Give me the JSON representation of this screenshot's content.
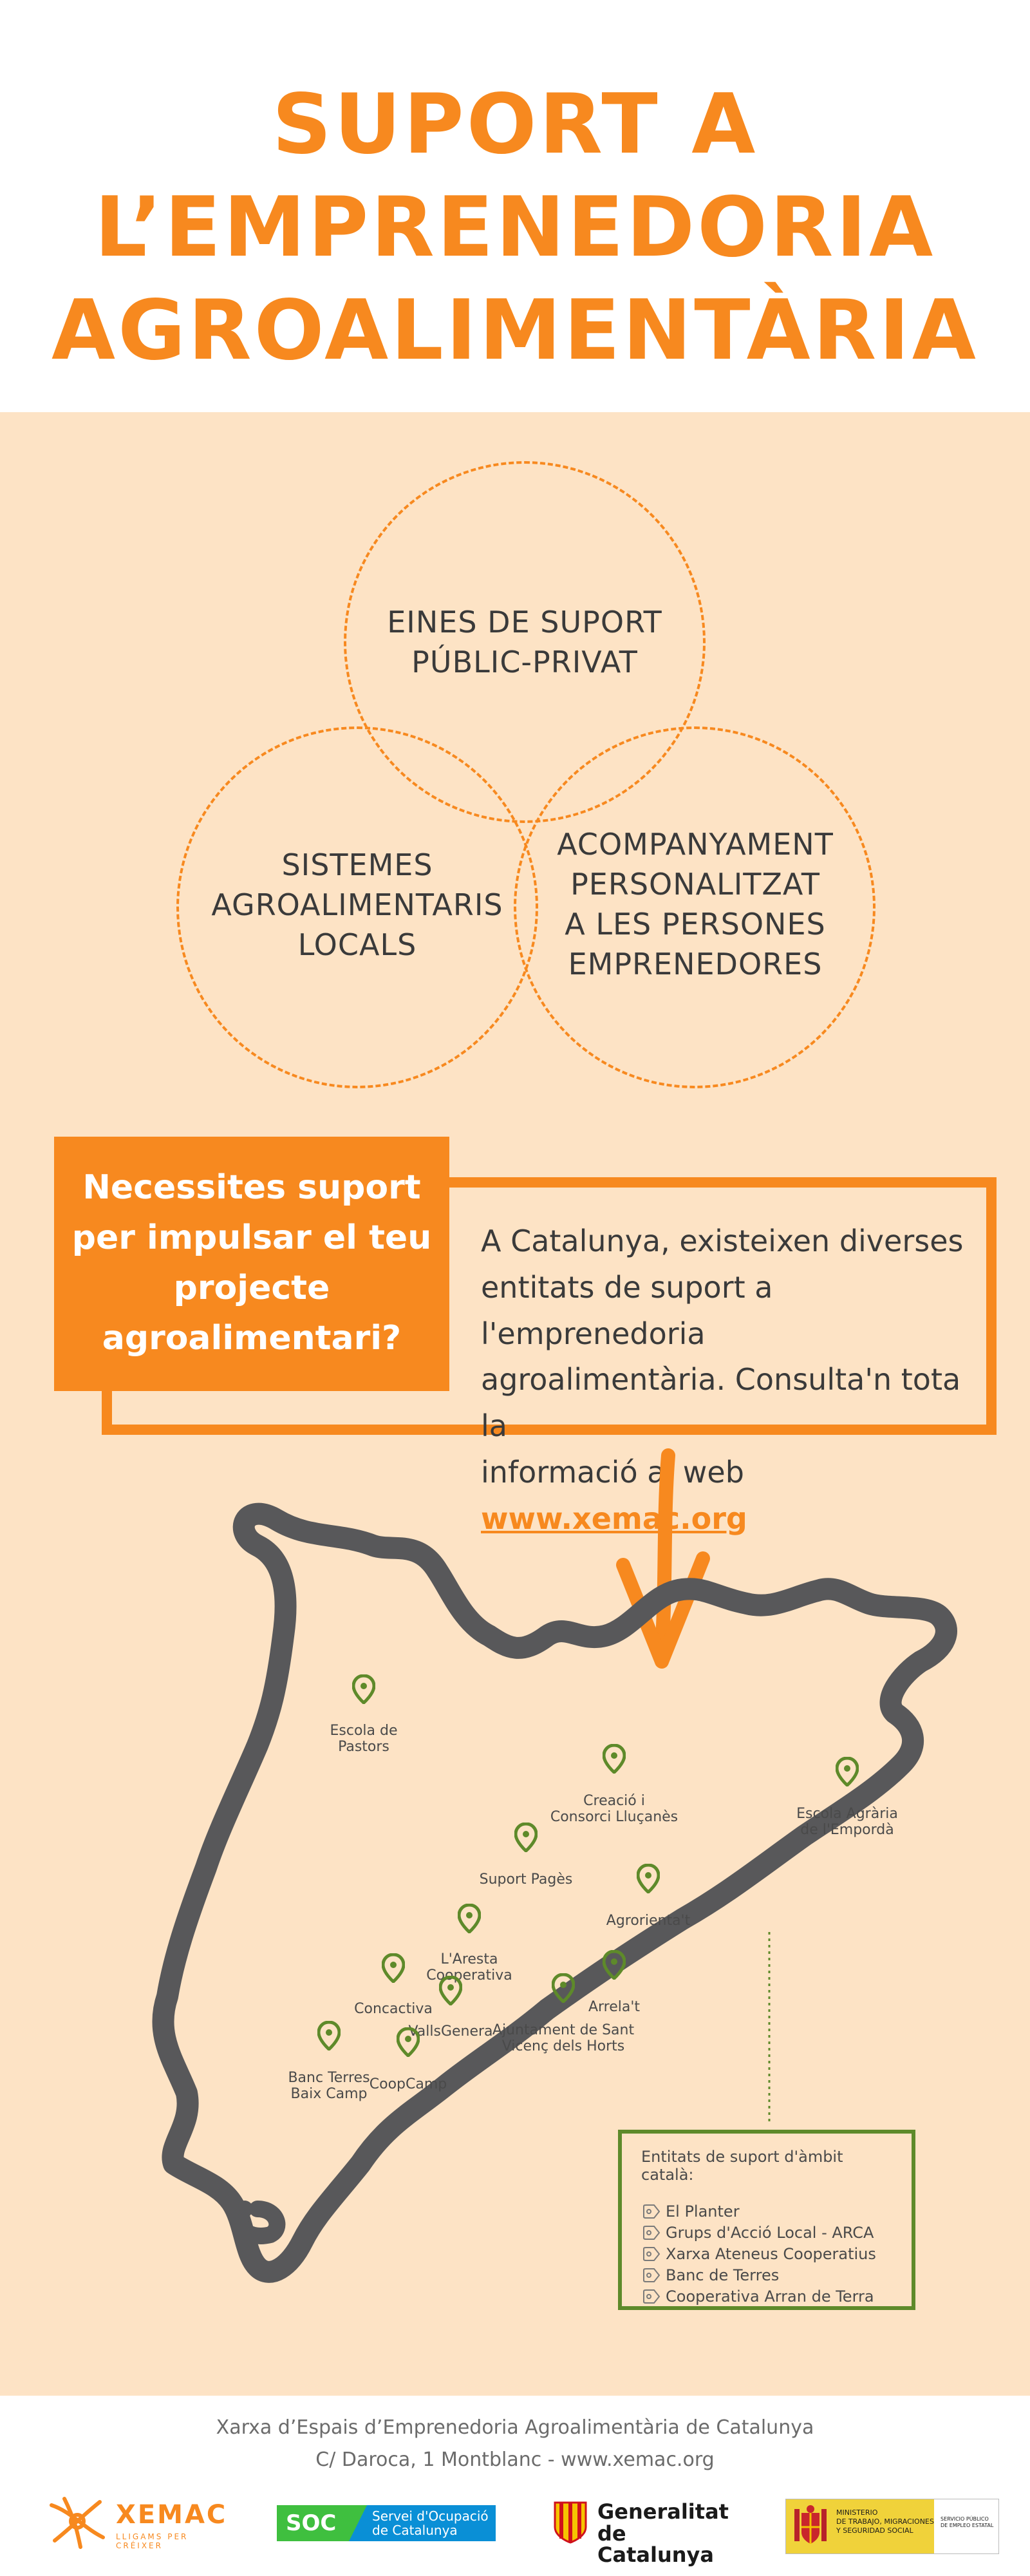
{
  "title": {
    "line1": "SUPORT A",
    "line2": "L’EMPRENEDORIA",
    "line3": "AGROALIMENTÀRIA"
  },
  "circles": {
    "top": [
      "EINES DE SUPORT",
      "PÚBLIC-PRIVAT"
    ],
    "left": [
      "SISTEMES",
      "AGROALIMENTARIS",
      "LOCALS"
    ],
    "right": [
      "ACOMPANYAMENT",
      "PERSONALITZAT",
      "A LES PERSONES",
      "EMPRENEDORES"
    ]
  },
  "callout": {
    "question": [
      "Necessites suport",
      "per impulsar el teu",
      "projecte",
      "agroalimentari?"
    ],
    "text": [
      "A Catalunya, existeixen diverses",
      "entitats de suport a l'emprenedoria",
      "agroalimentària. Consulta'n tota la",
      "informació al web "
    ],
    "link": "www.xemac.org"
  },
  "places": [
    {
      "name": "escola-de-pastors",
      "lines": [
        "Escola de",
        "Pastors"
      ]
    },
    {
      "name": "creacio-llucanes",
      "lines": [
        "Creació i",
        "Consorci Lluçanès"
      ]
    },
    {
      "name": "escola-emporda",
      "lines": [
        "Escola Agrària",
        "de l'Empordà"
      ]
    },
    {
      "name": "suport-pages",
      "lines": [
        "Suport Pagès"
      ]
    },
    {
      "name": "agrorienta",
      "lines": [
        "Agrorienta't"
      ]
    },
    {
      "name": "laresta",
      "lines": [
        "L'Aresta",
        "Cooperativa"
      ]
    },
    {
      "name": "concactiva",
      "lines": [
        "Concactiva"
      ]
    },
    {
      "name": "vallsgenera",
      "lines": [
        "VallsGenera"
      ]
    },
    {
      "name": "ajuntament-sant-vicenc",
      "lines": [
        "Ajuntament de Sant",
        "Vicenç dels Horts"
      ]
    },
    {
      "name": "arrelat",
      "lines": [
        "Arrela't"
      ]
    },
    {
      "name": "banc-terres-baix-camp",
      "lines": [
        "Banc Terres",
        "Baix Camp"
      ]
    },
    {
      "name": "coopcamp",
      "lines": [
        "CoopCamp"
      ]
    }
  ],
  "legend": {
    "title": "Entitats de suport d'àmbit català:",
    "items": [
      "El Planter",
      "Grups d'Acció Local - ARCA",
      "Xarxa Ateneus Cooperatius",
      "Banc de Terres",
      "Cooperativa Arran de Terra"
    ]
  },
  "footer": {
    "line1": "Xarxa d’Espais d’Emprenedoria Agroalimentària de Catalunya",
    "line2": "C/ Daroca, 1 Montblanc - www.xemac.org"
  },
  "logos": {
    "xemac": {
      "name": "XEMAC",
      "tagline": "LLIGAMS PER CRÉIXER"
    },
    "soc": {
      "name": "SOC",
      "sub1": "Servei d'Ocupació",
      "sub2": "de Catalunya"
    },
    "generalitat": {
      "line1": "Generalitat",
      "line2": "de Catalunya"
    },
    "ministerio": {
      "line1": "MINISTERIO",
      "line2": "DE TRABAJO, MIGRACIONES",
      "line3": "Y SEGURIDAD SOCIAL",
      "side1": "SERVICIO PÚBLICO",
      "side2": "DE EMPLEO ESTATAL"
    }
  },
  "colors": {
    "accent": "#f7891f",
    "panel": "#fde3c5",
    "map": "#58585a",
    "pin": "#5e8a2a"
  }
}
